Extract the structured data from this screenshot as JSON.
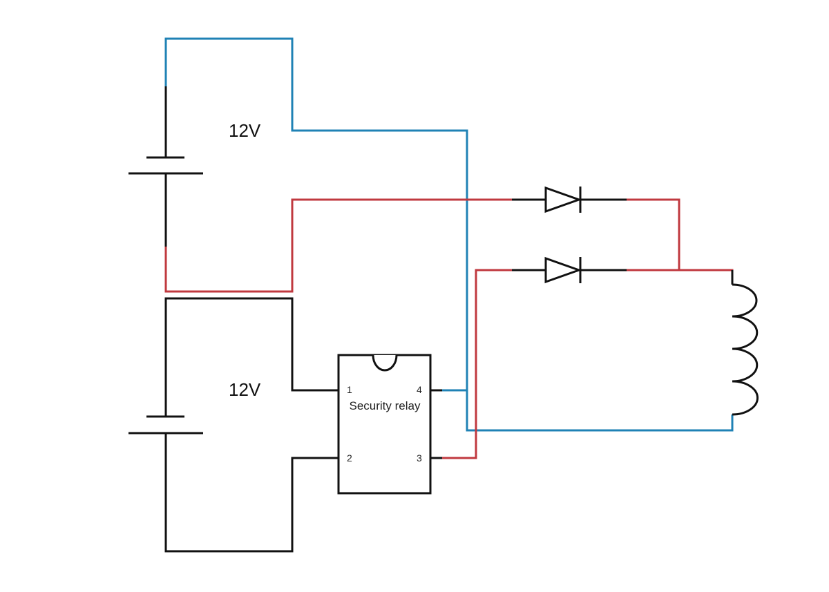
{
  "colors": {
    "blue_wire": "#1f82b5",
    "red_wire": "#c0393f",
    "black_wire": "#111111",
    "background": "#ffffff"
  },
  "battery_top": {
    "voltage_label": "12V"
  },
  "battery_bottom": {
    "voltage_label": "12V"
  },
  "relay": {
    "title": "Security relay",
    "pins": {
      "p1": "1",
      "p2": "2",
      "p3": "3",
      "p4": "4"
    }
  },
  "components": [
    "battery",
    "battery",
    "security-relay",
    "diode",
    "diode",
    "inductor-coil"
  ]
}
